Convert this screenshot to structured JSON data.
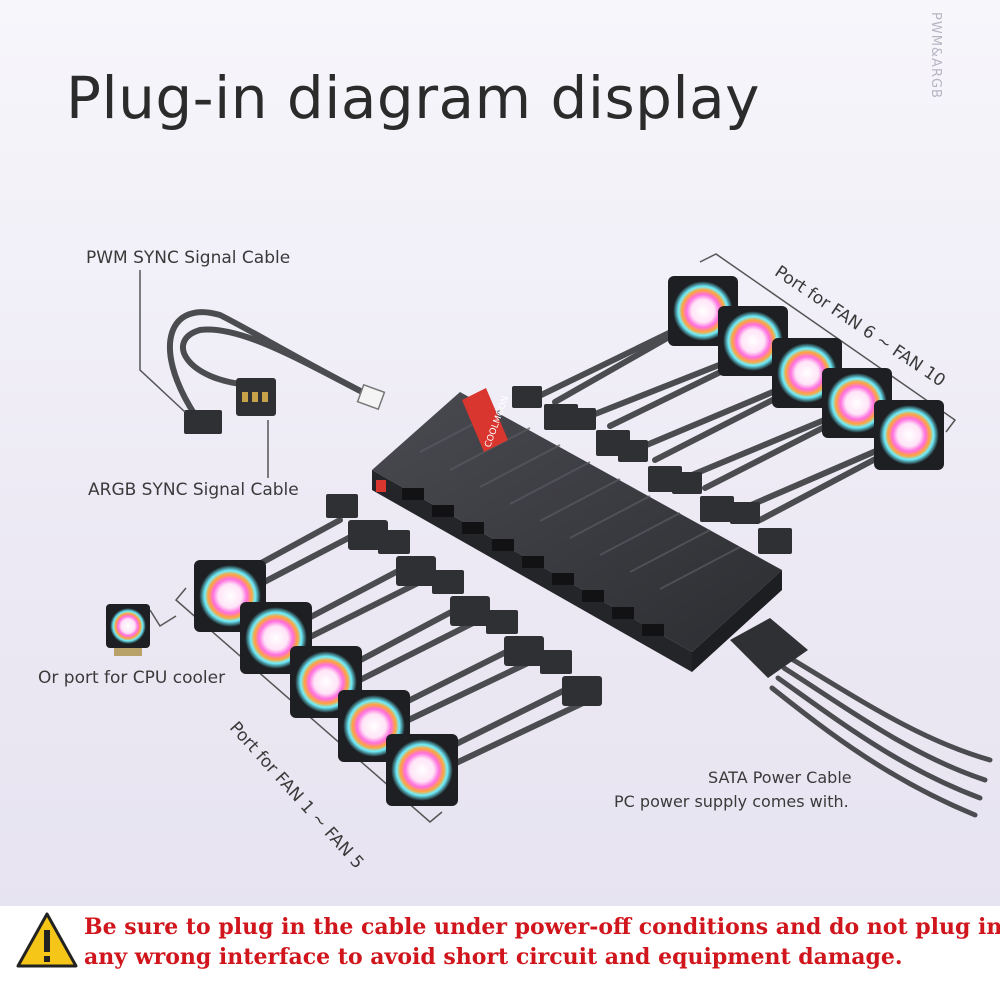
{
  "title": "Plug-in diagram display",
  "brand_vertical": "PWM&ARGB",
  "labels": {
    "pwm_sync": "PWM SYNC Signal Cable",
    "argb_sync": "ARGB SYNC Signal Cable",
    "cpu_cooler": "Or port for CPU cooler",
    "fan_6_10": "Port for FAN 6 ~ FAN 10",
    "fan_1_5": "Port for FAN 1 ~ FAN 5",
    "sata_line1": "SATA Power Cable",
    "sata_line2": "PC power supply comes with."
  },
  "hub_brand": "COOLMOON",
  "warning": {
    "line1": "Be sure to plug in the cable under power-off conditions and do not plug in",
    "line2": "any wrong interface to avoid short circuit and equipment damage."
  },
  "colors": {
    "warning_text": "#d0161c",
    "warning_icon": "#f5c518",
    "hub_body": "#3c3d42",
    "hub_label": "#d8362f"
  },
  "icons": [
    "warning-icon",
    "fan-icon",
    "cpu-cooler-icon"
  ]
}
